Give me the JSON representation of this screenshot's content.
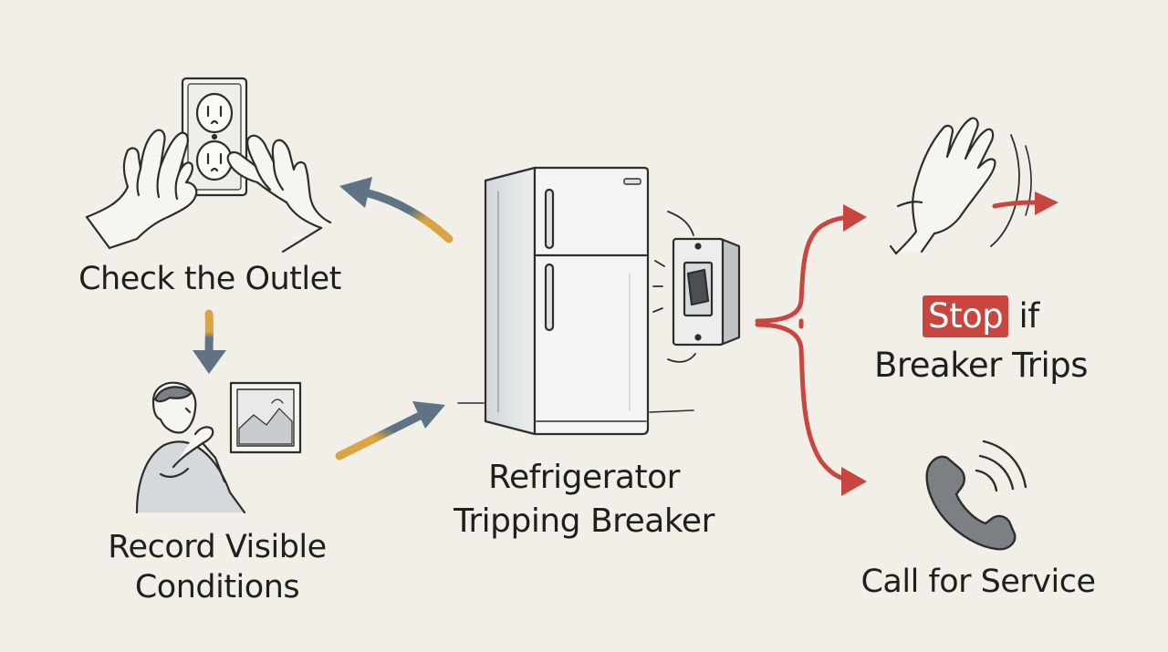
{
  "steps": {
    "outlet": {
      "label": "Check the Outlet"
    },
    "record": {
      "line1": "Record Visible",
      "line2": "Conditions"
    },
    "center": {
      "line1": "Refrigerator",
      "line2": "Tripping Breaker"
    },
    "stop": {
      "highlight": "Stop",
      "rest1": "if",
      "line2": "Breaker Trips"
    },
    "call": {
      "label": "Call for Service"
    }
  },
  "colors": {
    "background": "#f2efe8",
    "line": "#2d2d2d",
    "arrow_blue": "#5f7385",
    "arrow_gold": "#d9a441",
    "arrow_red": "#c9453f",
    "fridge_fill": "#f4f4f2",
    "fridge_shade": "#d7dadc"
  },
  "icons": [
    "hands-on-outlet-icon",
    "person-thinking-icon",
    "refrigerator-icon",
    "breaker-switch-icon",
    "stop-hand-icon",
    "phone-icon"
  ]
}
